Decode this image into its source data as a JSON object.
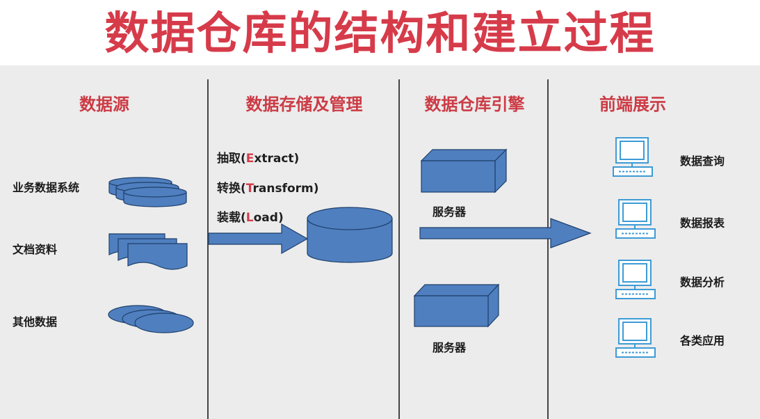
{
  "title": "数据仓库的结构和建立过程",
  "columns": {
    "source": "数据源",
    "storage": "数据存储及管理",
    "engine": "数据仓库引擎",
    "frontend": "前端展示"
  },
  "sources": [
    {
      "label": "业务数据系统",
      "icon": "stacked-cylinders-icon"
    },
    {
      "label": "文档资料",
      "icon": "document-stack-icon"
    },
    {
      "label": "其他数据",
      "icon": "stacked-disks-icon"
    }
  ],
  "etl": [
    {
      "prefix": "抽取(",
      "key": "E",
      "rest": "xtract)"
    },
    {
      "prefix": "转换(",
      "key": "T",
      "rest": "ransform)"
    },
    {
      "prefix": "装载(",
      "key": "L",
      "rest": "oad)"
    }
  ],
  "servers": [
    "服务器",
    "服务器"
  ],
  "frontend_items": [
    "数据查询",
    "数据报表",
    "数据分析",
    "各类应用"
  ],
  "colors": {
    "title": "#d63b4a",
    "heading": "#cc3b45",
    "shape_fill": "#4f7fbf",
    "shape_stroke": "#2a4f80",
    "computer": "#3d9bd6"
  }
}
